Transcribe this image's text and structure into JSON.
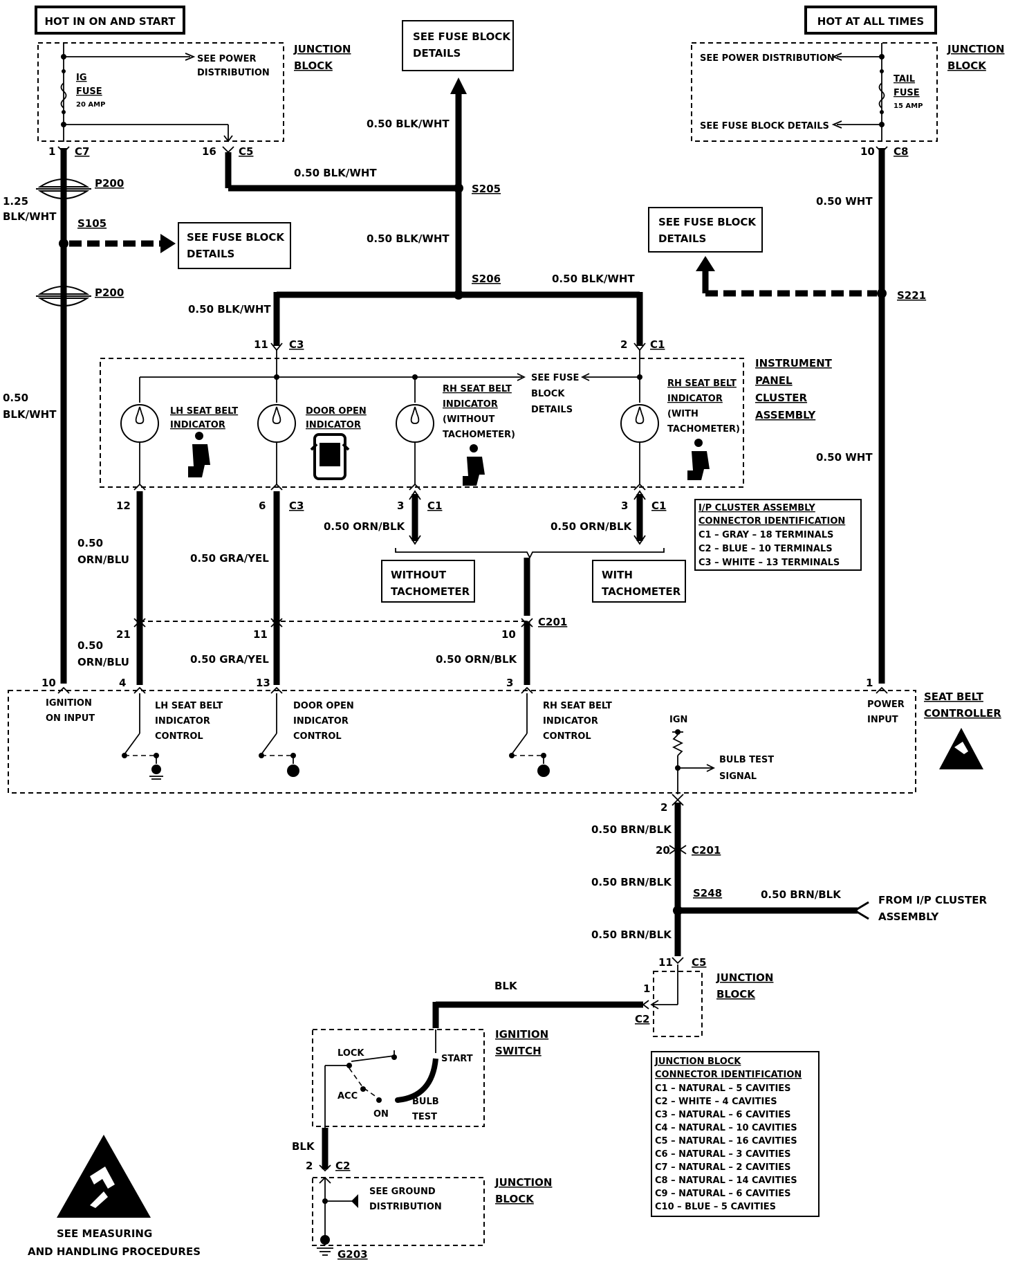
{
  "power": {
    "hot_run": "HOT IN ON AND START",
    "hot_all": "HOT AT ALL TIMES"
  },
  "junction_block_label": [
    "JUNCTION",
    "BLOCK"
  ],
  "fuses": {
    "ig": {
      "name": [
        "IG",
        "FUSE"
      ],
      "rating": "20 AMP",
      "see_power": [
        "SEE POWER",
        "DISTRIBUTION"
      ]
    },
    "tail": {
      "name": [
        "TAIL",
        "FUSE"
      ],
      "rating": "15 AMP",
      "see_power": "SEE POWER DISTRIBUTION",
      "see_fuse": "SEE FUSE BLOCK DETAILS"
    }
  },
  "see_fuse_block": [
    "SEE FUSE BLOCK",
    "DETAILS"
  ],
  "see_fuse_small": [
    "SEE FUSE",
    "BLOCK",
    "DETAILS"
  ],
  "connectors": {
    "c7": "C7",
    "c5": "C5",
    "c8": "C8",
    "c3": "C3",
    "c1": "C1",
    "c2": "C2",
    "p200": "P200",
    "s105": "S105",
    "s205": "S205",
    "s206": "S206",
    "s221": "S221",
    "c201": "C201",
    "s248": "S248",
    "g203": "G203"
  },
  "pins": {
    "p1": "1",
    "p16": "16",
    "p10": "10",
    "p11": "11",
    "p2": "2",
    "p12": "12",
    "p6": "6",
    "p3": "3",
    "p21": "21",
    "p4": "4",
    "p13": "13",
    "p20": "20"
  },
  "wires": {
    "blk_wht_050": "0.50 BLK/WHT",
    "blk_wht_125": [
      "1.25",
      "BLK/WHT"
    ],
    "blk_wht_050_stack": [
      "0.50",
      "BLK/WHT"
    ],
    "wht_050": "0.50 WHT",
    "orn_blu": [
      "0.50",
      "ORN/BLU"
    ],
    "gra_yel": "0.50 GRA/YEL",
    "orn_blk": "0.50 ORN/BLK",
    "brn_blk": "0.50 BRN/BLK",
    "blk": "BLK"
  },
  "cluster": {
    "name": [
      "INSTRUMENT",
      "PANEL",
      "CLUSTER",
      "ASSEMBLY"
    ],
    "lh_seat": [
      "LH SEAT BELT",
      "INDICATOR"
    ],
    "door_open": [
      "DOOR OPEN",
      "INDICATOR"
    ],
    "rh_without": [
      "RH SEAT BELT",
      "INDICATOR",
      "(WITHOUT",
      "TACHOMETER)"
    ],
    "rh_with": [
      "RH SEAT BELT",
      "INDICATOR",
      "(WITH",
      "TACHOMETER)"
    ]
  },
  "tach": {
    "without": [
      "WITHOUT",
      "TACHOMETER"
    ],
    "with": [
      "WITH",
      "TACHOMETER"
    ]
  },
  "ip_conn_id": [
    "I/P CLUSTER ASSEMBLY",
    "CONNECTOR IDENTIFICATION",
    "C1 – GRAY – 18 TERMINALS",
    "C2 – BLUE – 10 TERMINALS",
    "C3 – WHITE – 13 TERMINALS"
  ],
  "controller": {
    "name": [
      "SEAT BELT",
      "CONTROLLER"
    ],
    "ign_input": [
      "IGNITION",
      "ON INPUT"
    ],
    "lh_ctrl": [
      "LH SEAT BELT",
      "INDICATOR",
      "CONTROL"
    ],
    "door_ctrl": [
      "DOOR OPEN",
      "INDICATOR",
      "CONTROL"
    ],
    "rh_ctrl": [
      "RH SEAT BELT",
      "INDICATOR",
      "CONTROL"
    ],
    "ign": "IGN",
    "bulb_test": [
      "BULB TEST",
      "SIGNAL"
    ],
    "power_input": [
      "POWER",
      "INPUT"
    ]
  },
  "from_ip": [
    "FROM I/P CLUSTER",
    "ASSEMBLY"
  ],
  "ignition_switch": {
    "name": [
      "IGNITION",
      "SWITCH"
    ],
    "lock": "LOCK",
    "acc": "ACC",
    "on": "ON",
    "start": "START",
    "bulb_test": [
      "BULB",
      "TEST"
    ]
  },
  "see_ground": [
    "SEE GROUND",
    "DISTRIBUTION"
  ],
  "jb_conn_id": [
    "JUNCTION BLOCK",
    "CONNECTOR IDENTIFICATION",
    "C1 – NATURAL – 5 CAVITIES",
    "C2 – WHITE – 4 CAVITIES",
    "C3 – NATURAL – 6 CAVITIES",
    "C4 – NATURAL – 10 CAVITIES",
    "C5 – NATURAL – 16 CAVITIES",
    "C6 – NATURAL – 3 CAVITIES",
    "C7 – NATURAL – 2 CAVITIES",
    "C8 – NATURAL – 14 CAVITIES",
    "C9 – NATURAL – 6 CAVITIES",
    "C10 – BLUE – 5 CAVITIES"
  ],
  "esd_note": [
    "SEE    MEASURING",
    "AND HANDLING PROCEDURES"
  ]
}
